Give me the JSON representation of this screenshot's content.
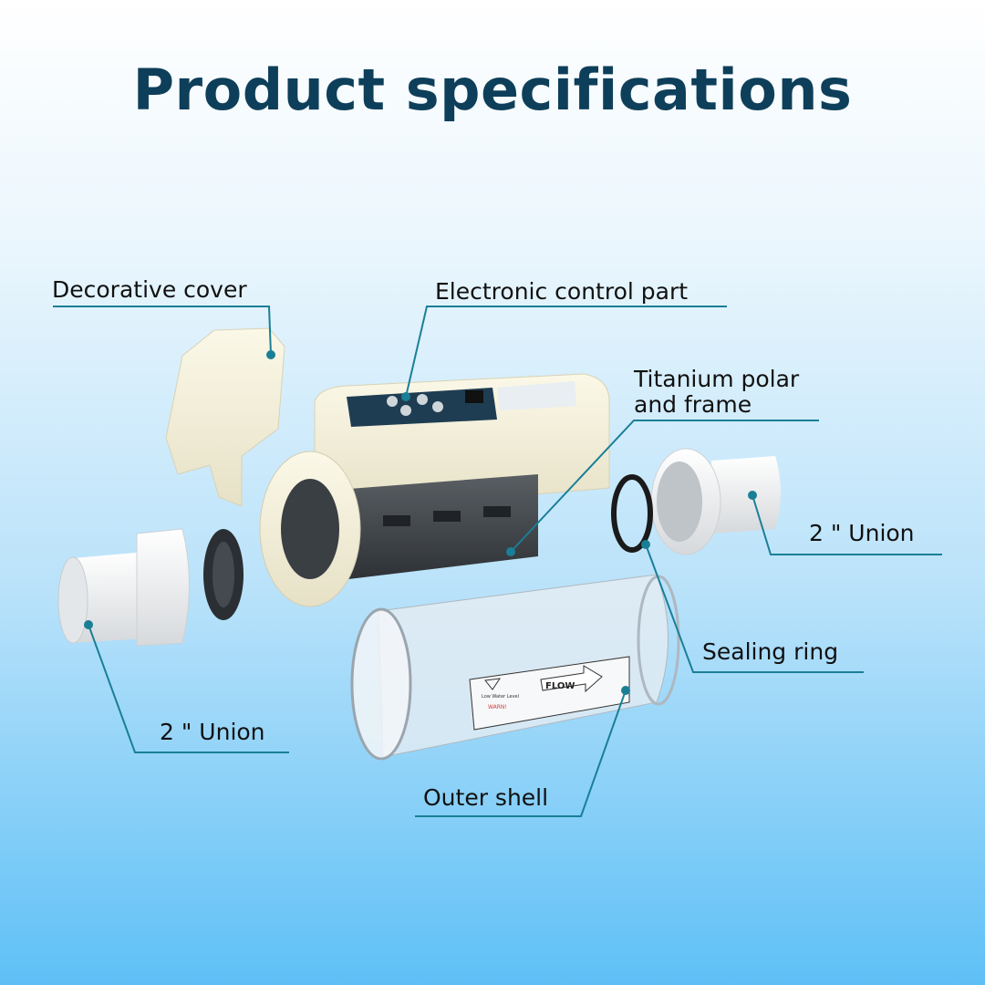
{
  "title": "Product specifications",
  "labels": {
    "decorative_cover": "Decorative cover",
    "electronic_control": "Electronic control part",
    "titanium_line1": "Titanium polar",
    "titanium_line2": "and frame",
    "union_right": "2 \" Union",
    "sealing_ring": "Sealing ring",
    "union_left": "2 \" Union",
    "outer_shell": "Outer shell"
  },
  "shell_markings": {
    "flow": "FLOW",
    "low_water": "Low Water Level",
    "warn": "WARN!"
  },
  "colors": {
    "title": "#0e3f5a",
    "leader_line": "#1a7f96",
    "background_bottom": "#5ec0f6"
  }
}
